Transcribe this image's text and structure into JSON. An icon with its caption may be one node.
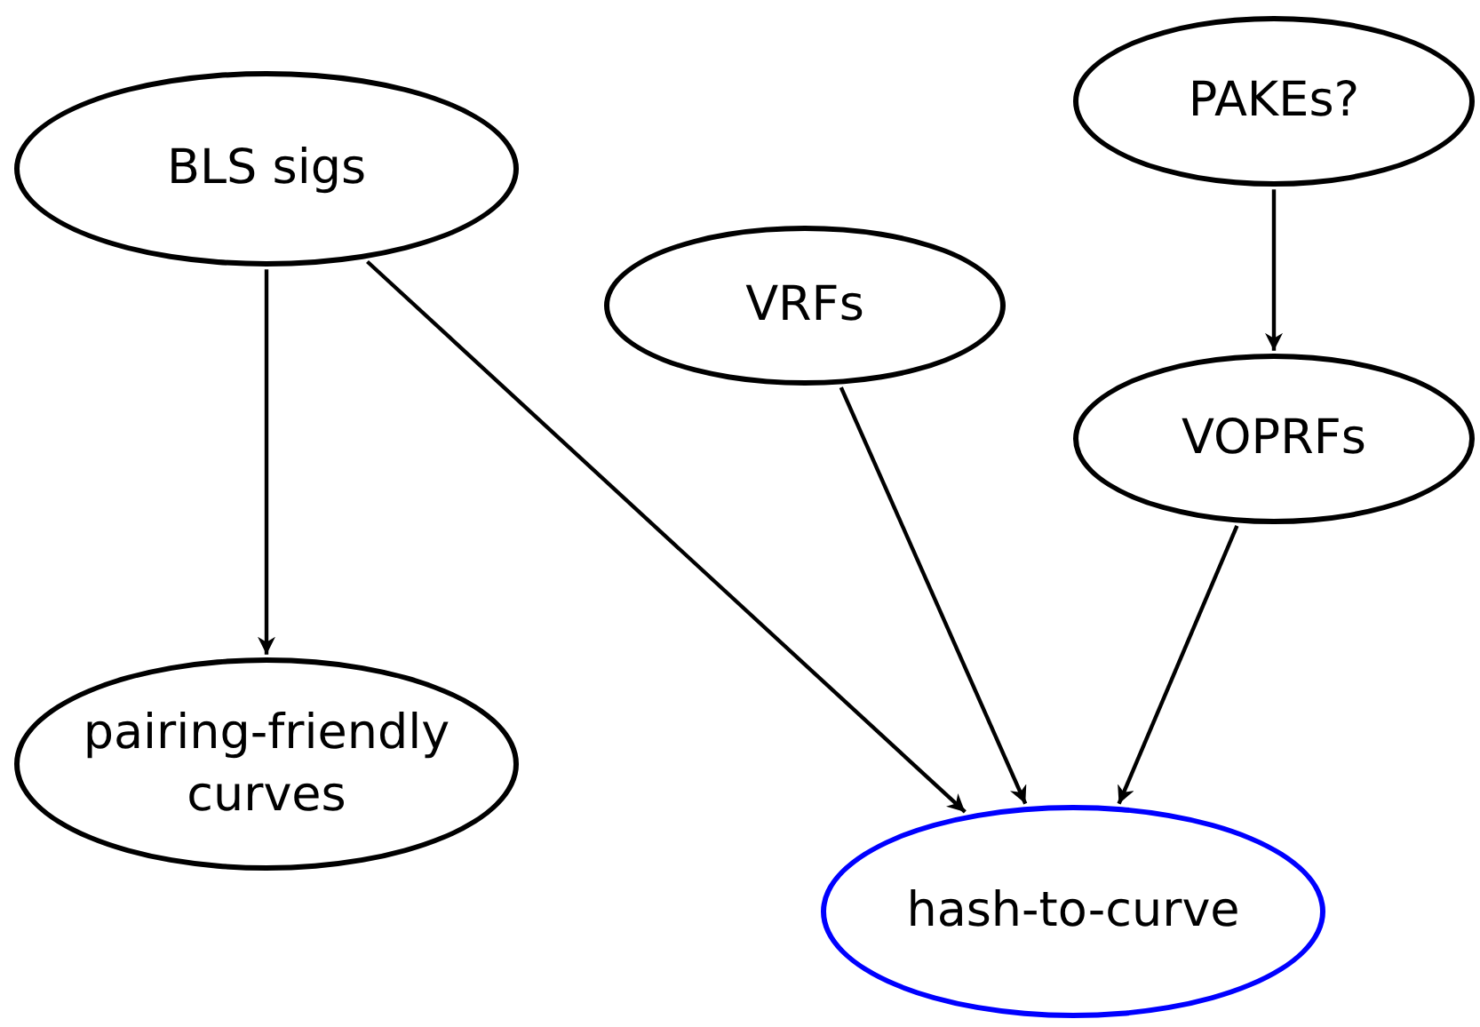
{
  "diagram": {
    "nodes": [
      {
        "text": [
          "BLS sigs"
        ]
      },
      {
        "text": [
          "PAKEs?"
        ]
      },
      {
        "text": [
          "VRFs"
        ]
      },
      {
        "text": [
          "VOPRFs"
        ]
      },
      {
        "text": [
          "pairing-friendly curves"
        ]
      },
      {
        "text": [
          "hash-to-curve"
        ]
      }
    ],
    "edges": [
      {
        "from": 0,
        "to": 4,
        "arrow": "to"
      },
      {
        "from": 0,
        "to": 5,
        "arrow": "to"
      },
      {
        "from": 2,
        "to": 5,
        "arrow": "to"
      },
      {
        "from": 1,
        "to": 3,
        "arrow": "to"
      },
      {
        "from": 3,
        "to": 5,
        "arrow": "to"
      }
    ]
  }
}
